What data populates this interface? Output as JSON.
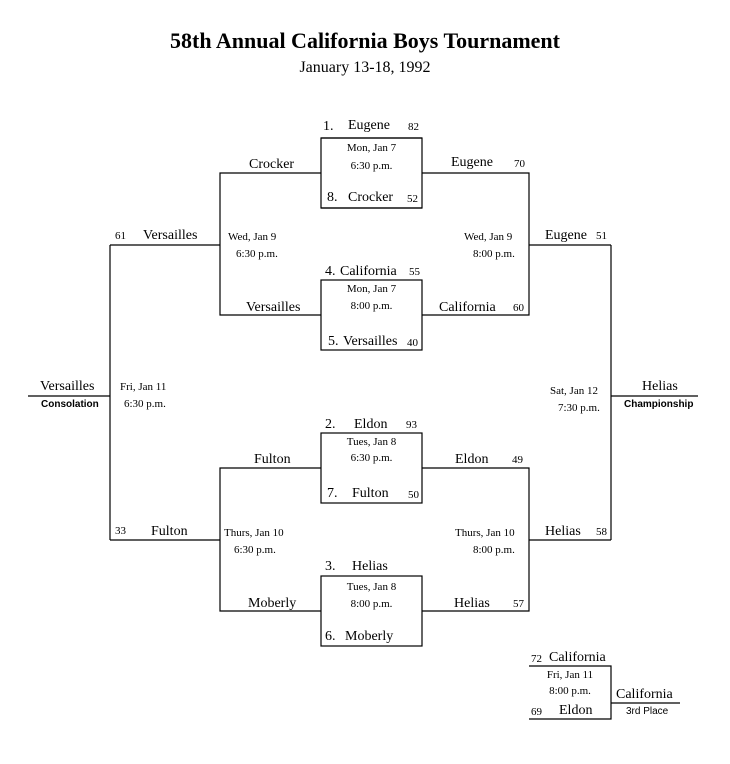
{
  "title": "58th Annual California Boys Tournament",
  "dates": "January 13-18, 1992",
  "games": {
    "g1": {
      "top_seed": "1.",
      "top_team": "Eugene",
      "top_score": "82",
      "day": "Mon, Jan 7",
      "time": "6:30 p.m.",
      "bot_seed": "8.",
      "bot_team": "Crocker",
      "bot_score": "52"
    },
    "g2": {
      "top_seed": "4.",
      "top_team": "California",
      "top_score": "55",
      "day": "Mon, Jan 7",
      "time": "8:00 p.m.",
      "bot_seed": "5.",
      "bot_team": "Versailles",
      "bot_score": "40"
    },
    "g3": {
      "top_seed": "2.",
      "top_team": "Eldon",
      "top_score": "93",
      "day": "Tues, Jan 8",
      "time": "6:30 p.m.",
      "bot_seed": "7.",
      "bot_team": "Fulton",
      "bot_score": "50"
    },
    "g4": {
      "top_seed": "3.",
      "top_team": "Helias",
      "day": "Tues, Jan 8",
      "time": "8:00 p.m.",
      "bot_seed": "6.",
      "bot_team": "Moberly"
    }
  },
  "consolation_bracket": {
    "r1_top": "Crocker",
    "r1_bot": "Versailles",
    "r1_day": "Wed, Jan 9",
    "r1_time": "6:30 p.m.",
    "r1b_top": "Fulton",
    "r1b_bot": "Moberly",
    "r1b_day": "Thurs, Jan 10",
    "r1b_time": "6:30 p.m.",
    "semi_top_team": "Versailles",
    "semi_top_score": "61",
    "semi_bot_team": "Fulton",
    "semi_bot_score": "33",
    "final_day": "Fri, Jan 11",
    "final_time": "6:30 p.m.",
    "winner": "Versailles",
    "label": "Consolation"
  },
  "championship_bracket": {
    "r1_top_team": "Eugene",
    "r1_top_score": "70",
    "r1_bot_team": "California",
    "r1_bot_score": "60",
    "r1_day": "Wed, Jan 9",
    "r1_time": "8:00 p.m.",
    "r1b_top_team": "Eldon",
    "r1b_top_score": "49",
    "r1b_bot_team": "Helias",
    "r1b_bot_score": "57",
    "r1b_day": "Thurs, Jan 10",
    "r1b_time": "8:00 p.m.",
    "semi_top_team": "Eugene",
    "semi_top_score": "51",
    "semi_bot_team": "Helias",
    "semi_bot_score": "58",
    "final_day": "Sat, Jan 12",
    "final_time": "7:30 p.m.",
    "winner": "Helias",
    "label": "Championship"
  },
  "third_place": {
    "top_score": "72",
    "top_team": "California",
    "day": "Fri, Jan 11",
    "time": "8:00 p.m.",
    "bot_score": "69",
    "bot_team": "Eldon",
    "winner": "California",
    "label": "3rd Place"
  }
}
